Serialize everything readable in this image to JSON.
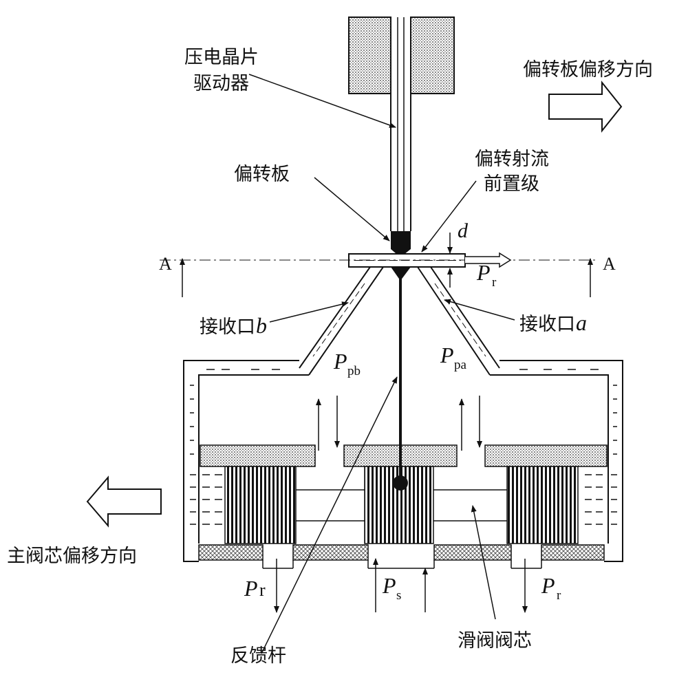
{
  "labels": {
    "piezo_driver_line1": "压电晶片",
    "piezo_driver_line2": "驱动器",
    "deflector_shift_direction": "偏转板偏移方向",
    "deflector": "偏转板",
    "prestage_line1": "偏转射流",
    "prestage_line2": "前置级",
    "gap_d": "d",
    "section_a_left": "A",
    "section_a_right": "A",
    "return_top_P": "P",
    "return_top_sub": "r",
    "receiver_b_text": "接收口",
    "receiver_b_letter": "b",
    "receiver_a_text": "接收口",
    "receiver_a_letter": "a",
    "ppb_P": "P",
    "ppb_sub": "pb",
    "ppa_P": "P",
    "ppa_sub": "pa",
    "spool_shift_direction": "主阀芯偏移方向",
    "return_left_P": "P",
    "return_left_r": "r",
    "supply_P": "P",
    "supply_sub": "s",
    "return_right_P": "P",
    "return_right_sub": "r",
    "feedback_rod": "反馈杆",
    "spool": "滑阀阀芯"
  },
  "colors": {
    "ink": "#111111",
    "background": "#ffffff",
    "stipple": "#8a8a8a"
  },
  "icons": {
    "right_hollow_arrow": "arrow-right-hollow-icon",
    "left_hollow_arrow": "arrow-left-hollow-icon"
  }
}
